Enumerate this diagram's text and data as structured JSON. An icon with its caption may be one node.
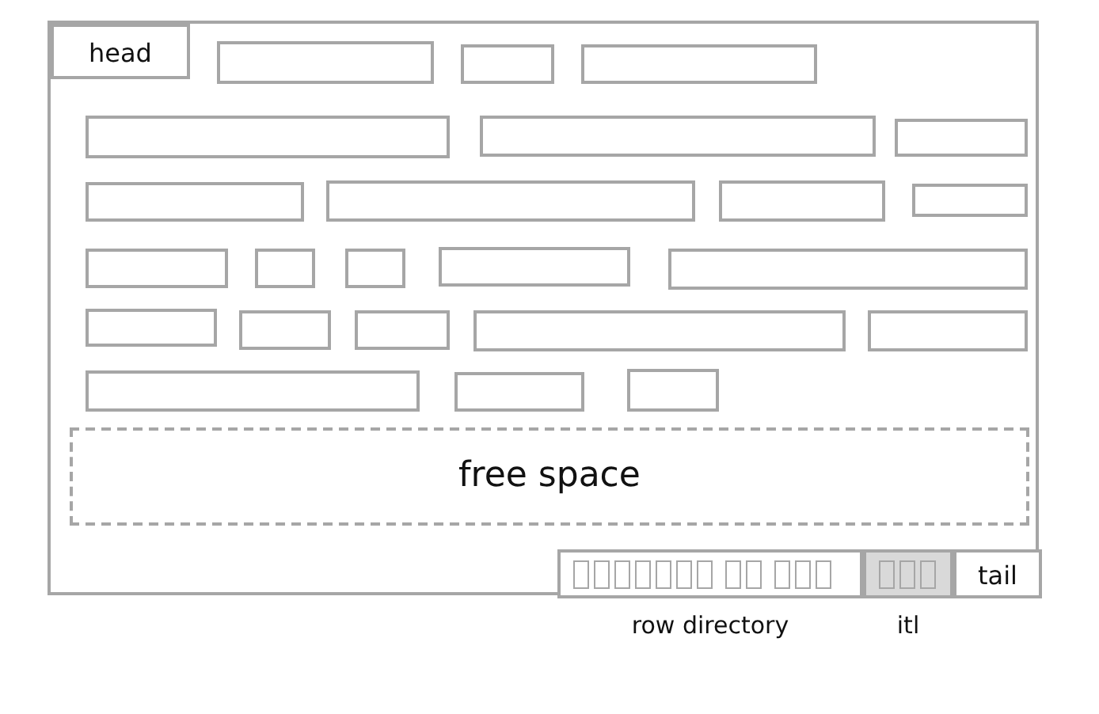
{
  "diagram": {
    "nodes": [
      {
        "text": [],
        "shape": "box"
      },
      {
        "text": [
          "head"
        ],
        "in": 0
      },
      {
        "text": [],
        "shape": "box",
        "in": 0
      },
      {
        "text": [],
        "shape": "box",
        "in": 0
      },
      {
        "text": [],
        "shape": "box",
        "in": 0
      },
      {
        "text": [],
        "shape": "box",
        "in": 0
      },
      {
        "text": [],
        "shape": "box",
        "in": 0
      },
      {
        "text": [],
        "shape": "box",
        "in": 0
      },
      {
        "text": [],
        "shape": "box",
        "in": 0
      },
      {
        "text": [],
        "shape": "box",
        "in": 0
      },
      {
        "text": [],
        "shape": "box",
        "in": 0
      },
      {
        "text": [],
        "shape": "box",
        "in": 0
      },
      {
        "text": [],
        "shape": "box",
        "in": 0
      },
      {
        "text": [],
        "shape": "box",
        "in": 0
      },
      {
        "text": [],
        "shape": "box",
        "in": 0
      },
      {
        "text": [],
        "shape": "box",
        "in": 0
      },
      {
        "text": [],
        "shape": "box",
        "in": 0
      },
      {
        "text": [],
        "shape": "box",
        "in": 0
      },
      {
        "text": [],
        "shape": "box",
        "in": 0
      },
      {
        "text": [],
        "shape": "box",
        "in": 0
      },
      {
        "text": [],
        "shape": "box",
        "in": 0
      },
      {
        "text": [],
        "shape": "box",
        "in": 0
      },
      {
        "text": [],
        "shape": "box",
        "in": 0
      },
      {
        "text": [],
        "shape": "box",
        "in": 0
      },
      {
        "text": [],
        "shape": "box",
        "in": 0
      },
      {
        "text": [
          "free space"
        ],
        "in": 0
      },
      {
        "text": [
          "row directory"
        ],
        "in": 0
      },
      {
        "text": [
          "itl"
        ],
        "in": 0
      },
      {
        "text": [
          "tail"
        ],
        "in": 0
      }
    ]
  }
}
